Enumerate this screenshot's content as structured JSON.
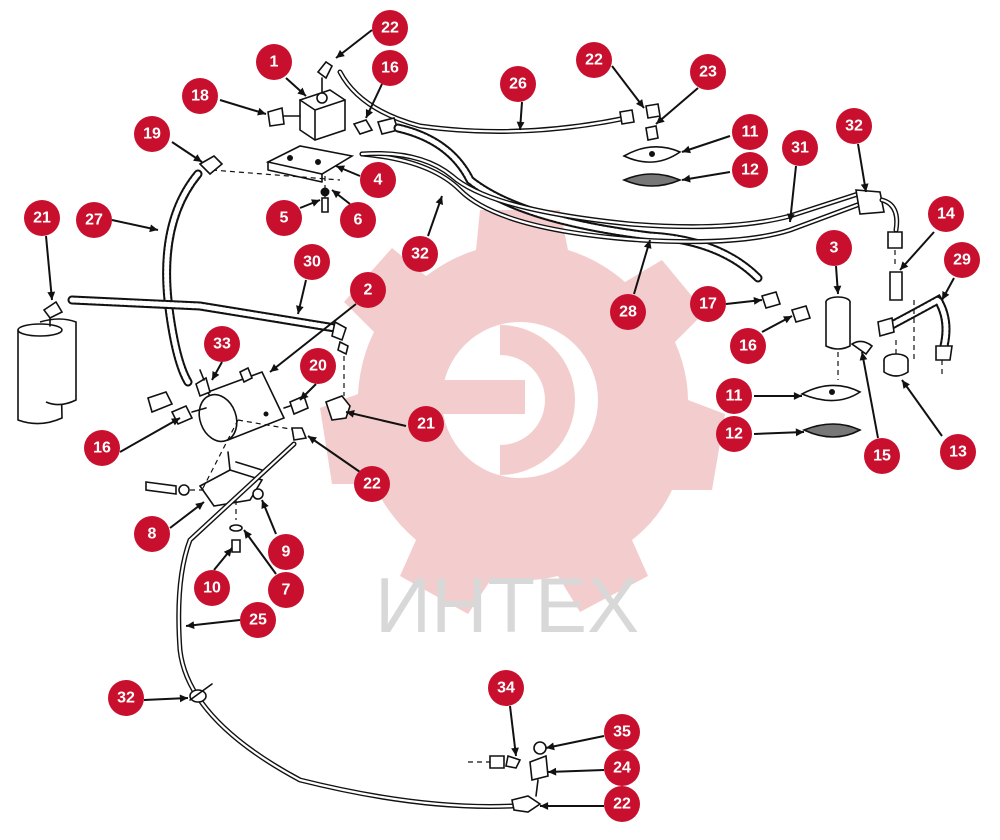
{
  "watermark": {
    "text": "ИНТЕХ",
    "color": "#e8a5a5"
  },
  "callout_color": "#c8102e",
  "callouts": [
    {
      "id": "c1",
      "label": "1"
    },
    {
      "id": "c22a",
      "label": "22"
    },
    {
      "id": "c16a",
      "label": "16"
    },
    {
      "id": "c18",
      "label": "18"
    },
    {
      "id": "c19",
      "label": "19"
    },
    {
      "id": "c4",
      "label": "4"
    },
    {
      "id": "c5",
      "label": "5"
    },
    {
      "id": "c6",
      "label": "6"
    },
    {
      "id": "c21a",
      "label": "21"
    },
    {
      "id": "c27",
      "label": "27"
    },
    {
      "id": "c30",
      "label": "30"
    },
    {
      "id": "c2",
      "label": "2"
    },
    {
      "id": "c33",
      "label": "33"
    },
    {
      "id": "c20",
      "label": "20"
    },
    {
      "id": "c21b",
      "label": "21"
    },
    {
      "id": "c16b",
      "label": "16"
    },
    {
      "id": "c22b",
      "label": "22"
    },
    {
      "id": "c8",
      "label": "8"
    },
    {
      "id": "c9",
      "label": "9"
    },
    {
      "id": "c10",
      "label": "10"
    },
    {
      "id": "c7",
      "label": "7"
    },
    {
      "id": "c25",
      "label": "25"
    },
    {
      "id": "c32a",
      "label": "32"
    },
    {
      "id": "c26",
      "label": "26"
    },
    {
      "id": "c22c",
      "label": "22"
    },
    {
      "id": "c23",
      "label": "23"
    },
    {
      "id": "c11a",
      "label": "11"
    },
    {
      "id": "c12a",
      "label": "12"
    },
    {
      "id": "c31",
      "label": "31"
    },
    {
      "id": "c32b",
      "label": "32"
    },
    {
      "id": "c32c",
      "label": "32"
    },
    {
      "id": "c28",
      "label": "28"
    },
    {
      "id": "c3",
      "label": "3"
    },
    {
      "id": "c17",
      "label": "17"
    },
    {
      "id": "c16c",
      "label": "16"
    },
    {
      "id": "c14",
      "label": "14"
    },
    {
      "id": "c29",
      "label": "29"
    },
    {
      "id": "c11b",
      "label": "11"
    },
    {
      "id": "c12b",
      "label": "12"
    },
    {
      "id": "c15",
      "label": "15"
    },
    {
      "id": "c13",
      "label": "13"
    },
    {
      "id": "c34",
      "label": "34"
    },
    {
      "id": "c35",
      "label": "35"
    },
    {
      "id": "c24",
      "label": "24"
    },
    {
      "id": "c22d",
      "label": "22"
    }
  ]
}
